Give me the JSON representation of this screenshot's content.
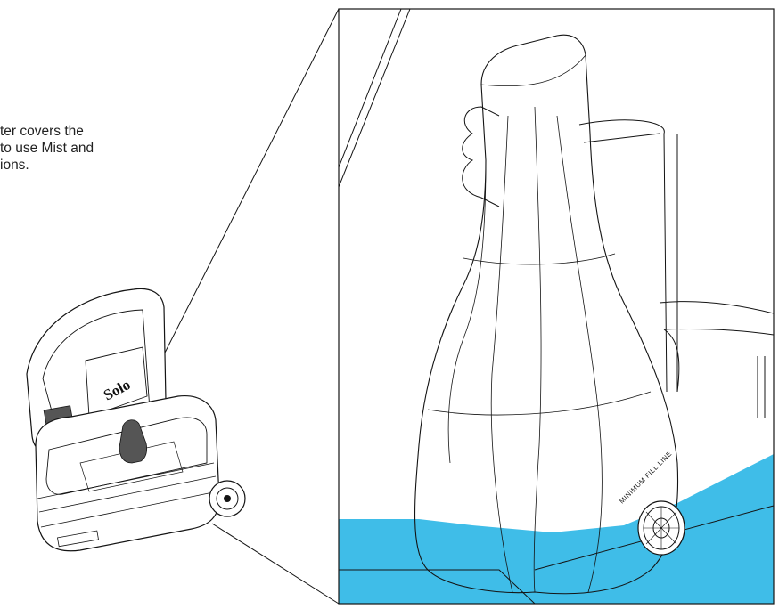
{
  "caption": {
    "text": "ter covers the\n to use Mist and\nions."
  },
  "detail": {
    "fill_line_label": "MINIMUM FILL LINE"
  },
  "cooler": {
    "lid_logo": "Solo"
  },
  "colors": {
    "water": "#3fbde8",
    "line": "#141414",
    "background": "#ffffff"
  }
}
